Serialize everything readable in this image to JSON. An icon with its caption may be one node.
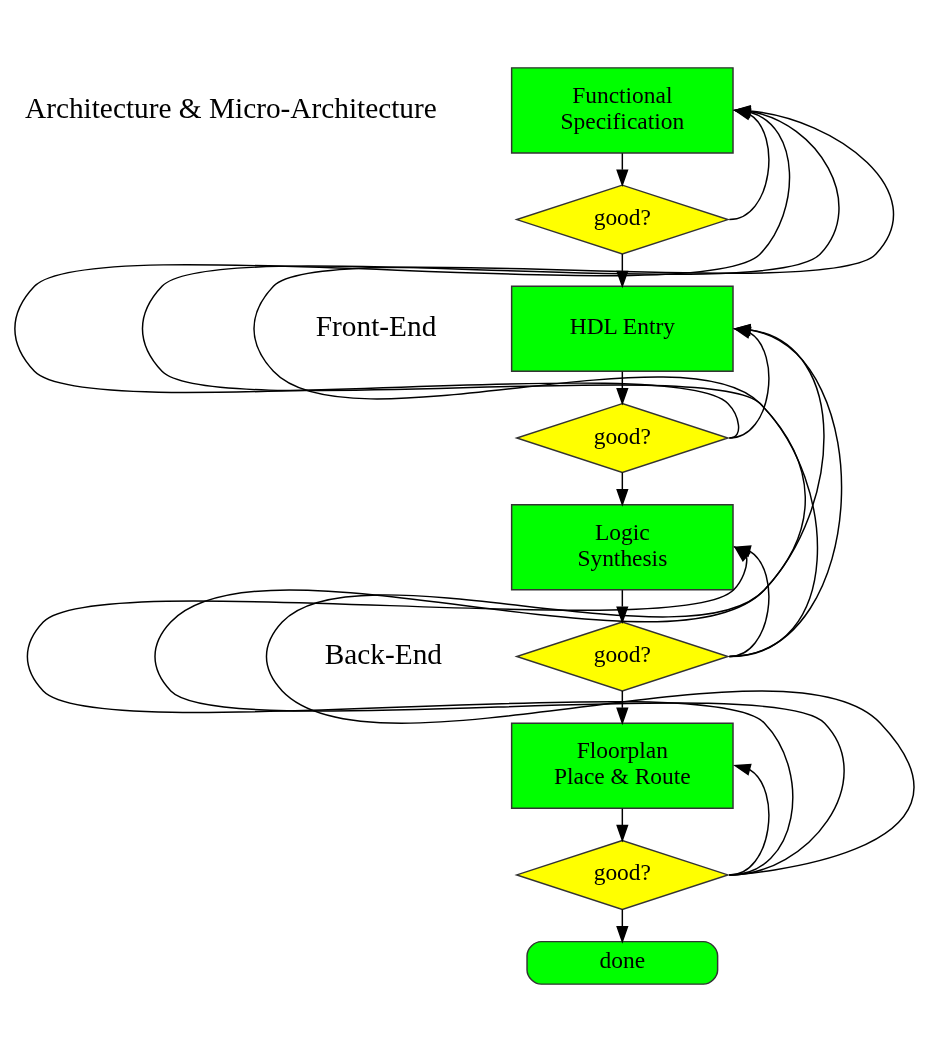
{
  "diagram": {
    "nodes": [
      {
        "text": [
          "Functional Specification"
        ]
      },
      {
        "text": [
          "good?"
        ]
      },
      {
        "text": [
          "HDL Entry"
        ]
      },
      {
        "text": [
          "good?"
        ]
      },
      {
        "text": [
          "Logic Synthesis"
        ]
      },
      {
        "text": [
          "good?"
        ]
      },
      {
        "text": [
          "Floorplan Place & Route"
        ]
      },
      {
        "text": [
          "good?"
        ]
      },
      {
        "text": [
          "done"
        ]
      }
    ],
    "edges": [
      {
        "from": 0,
        "to": 1,
        "arrow": "to"
      },
      {
        "from": 1,
        "to": 0,
        "arrow": "to"
      },
      {
        "from": 1,
        "to": 2,
        "arrow": "to"
      },
      {
        "from": 2,
        "to": 3,
        "arrow": "to"
      },
      {
        "from": 3,
        "to": 2,
        "arrow": "to"
      },
      {
        "from": 3,
        "to": 0,
        "arrow": "to"
      },
      {
        "from": 3,
        "to": 4,
        "arrow": "to"
      },
      {
        "from": 4,
        "to": 5,
        "arrow": "to"
      },
      {
        "from": 5,
        "to": 4,
        "arrow": "to"
      },
      {
        "from": 5,
        "to": 2,
        "arrow": "to"
      },
      {
        "from": 5,
        "to": 0,
        "arrow": "to"
      },
      {
        "from": 5,
        "to": 6,
        "arrow": "to"
      },
      {
        "from": 6,
        "to": 7,
        "arrow": "to"
      },
      {
        "from": 7,
        "to": 6,
        "arrow": "to"
      },
      {
        "from": 7,
        "to": 4,
        "arrow": "to"
      },
      {
        "from": 7,
        "to": 2,
        "arrow": "to"
      },
      {
        "from": 7,
        "to": 0,
        "arrow": "to"
      },
      {
        "from": 7,
        "to": 8,
        "arrow": "to"
      }
    ],
    "labels": [
      "Architecture & Micro-Architecture",
      "Front-End",
      "Back-End"
    ]
  }
}
